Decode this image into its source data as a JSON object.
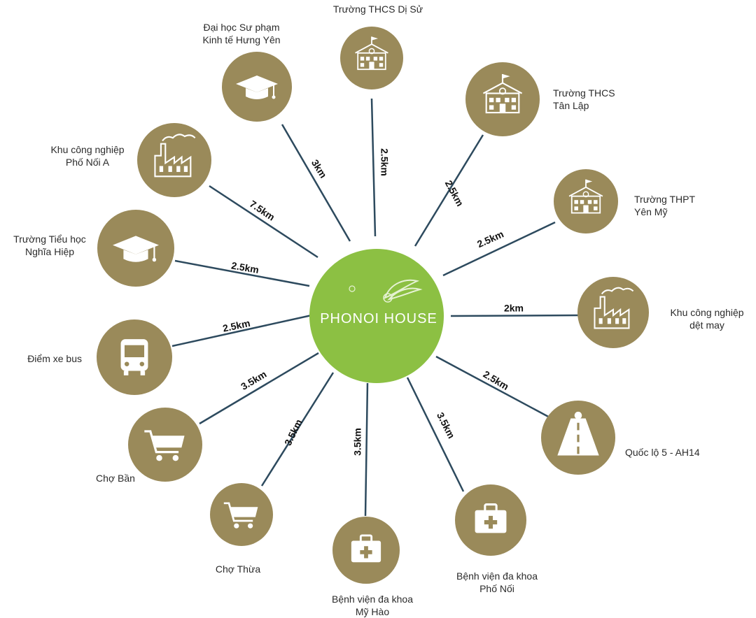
{
  "colors": {
    "node": "#9a8a5a",
    "hub": "#8cc043",
    "line": "#2d4a5e",
    "icon": "#ffffff"
  },
  "hub": {
    "title": "PHONOI HOUSE",
    "icon": "leaf-logo-icon"
  },
  "destinations": [
    {
      "id": "thcs-di-su",
      "name": "Trường THCS Dị Sử",
      "distance": "2.5km",
      "icon": "school-building-icon"
    },
    {
      "id": "thcs-tan-lap",
      "name": "Trường THCS\nTân Lập",
      "distance": "2.5km",
      "icon": "school-building-icon"
    },
    {
      "id": "thpt-yen-my",
      "name": "Trường THPT\nYên Mỹ",
      "distance": "2.5km",
      "icon": "school-building-icon"
    },
    {
      "id": "kcn-det-may",
      "name": "Khu công nghiệp\ndệt may",
      "distance": "2km",
      "icon": "factory-icon"
    },
    {
      "id": "quoc-lo-5",
      "name": "Quốc lộ 5 - AH14",
      "distance": "2.5km",
      "icon": "road-icon"
    },
    {
      "id": "bv-pho-noi",
      "name": "Bệnh viện đa khoa\nPhố Nối",
      "distance": "3.5km",
      "icon": "medical-kit-icon"
    },
    {
      "id": "bv-my-hao",
      "name": "Bệnh viện đa khoa\nMỹ Hào",
      "distance": "3.5km",
      "icon": "medical-kit-icon"
    },
    {
      "id": "cho-thua",
      "name": "Chợ Thừa",
      "distance": "3.5km",
      "icon": "shopping-cart-icon"
    },
    {
      "id": "cho-ban",
      "name": "Chợ Bần",
      "distance": "3.5km",
      "icon": "shopping-cart-icon"
    },
    {
      "id": "diem-xe-bus",
      "name": "Điểm xe bus",
      "distance": "2.5km",
      "icon": "bus-icon"
    },
    {
      "id": "th-nghia-hiep",
      "name": "Trường Tiểu học\nNghĩa Hiệp",
      "distance": "2.5km",
      "icon": "graduation-cap-icon"
    },
    {
      "id": "kcn-pho-noi-a",
      "name": "Khu công nghiệp\nPhố Nối A",
      "distance": "7.5km",
      "icon": "factory-icon"
    },
    {
      "id": "dh-spkt",
      "name": "Đại học Sư phạm\nKinh tế Hưng Yên",
      "distance": "3km",
      "icon": "graduation-cap-icon"
    }
  ]
}
